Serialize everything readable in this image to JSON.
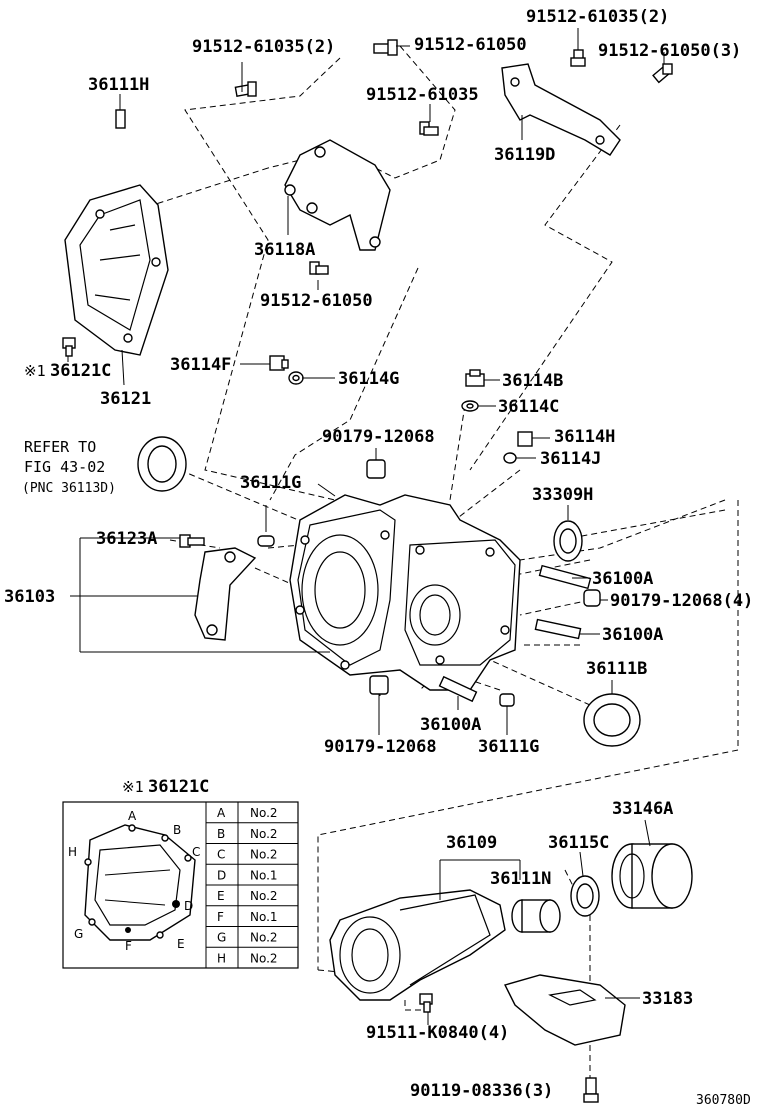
{
  "labels": {
    "l_91512_61035_2_top": "91512-61035(2)",
    "l_91512_61035_2_left": "91512-61035(2)",
    "l_91512_61050_top": "91512-61050",
    "l_91512_61050_3": "91512-61050(3)",
    "l_91512_61035_mid": "91512-61035",
    "l_36111H": "36111H",
    "l_36119D": "36119D",
    "l_36118A": "36118A",
    "l_91512_61050_mid": "91512-61050",
    "l_36121C_mark": "※1",
    "l_36121C": "36121C",
    "l_36121": "36121",
    "l_36114F": "36114F",
    "l_36114G": "36114G",
    "l_36114B": "36114B",
    "l_36114C": "36114C",
    "l_90179_12068_a": "90179-12068",
    "l_36114H": "36114H",
    "l_36114J": "36114J",
    "l_refer1": "REFER TO",
    "l_refer2": "FIG 43-02",
    "l_refer3": "(PNC 36113D)",
    "l_36111G_a": "36111G",
    "l_33309H": "33309H",
    "l_36123A": "36123A",
    "l_36100A_a": "36100A",
    "l_90179_12068_4": "90179-12068(4)",
    "l_36103": "36103",
    "l_36100A_b": "36100A",
    "l_36111B": "36111B",
    "l_36100A_c": "36100A",
    "l_90179_12068_b": "90179-12068",
    "l_36111G_b": "36111G",
    "l_inset_mark": "※1",
    "l_inset_title": "36121C",
    "l_33146A": "33146A",
    "l_36109": "36109",
    "l_36115C": "36115C",
    "l_36111N": "36111N",
    "l_33183": "33183",
    "l_91511_K0840_4": "91511-K0840(4)",
    "l_90119_08336_3": "90119-08336(3)",
    "l_diagram_id": "360780D"
  },
  "inset_points": {
    "A": "A",
    "B": "B",
    "C": "C",
    "D": "D",
    "E": "E",
    "F": "F",
    "G": "G",
    "H": "H"
  },
  "inset_table": [
    {
      "pos": "A",
      "val": "No.2"
    },
    {
      "pos": "B",
      "val": "No.2"
    },
    {
      "pos": "C",
      "val": "No.2"
    },
    {
      "pos": "D",
      "val": "No.1"
    },
    {
      "pos": "E",
      "val": "No.2"
    },
    {
      "pos": "F",
      "val": "No.1"
    },
    {
      "pos": "G",
      "val": "No.2"
    },
    {
      "pos": "H",
      "val": "No.2"
    }
  ]
}
